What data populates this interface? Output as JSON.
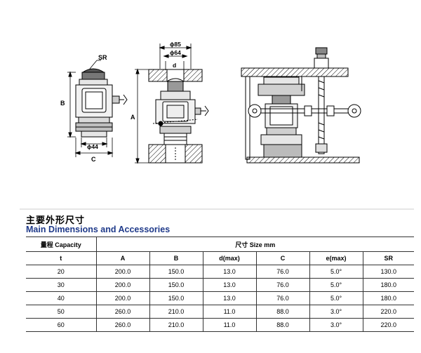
{
  "drawing_labels": {
    "sr": "SR",
    "b": "B",
    "c": "C",
    "dia44": "ϕ44",
    "dia85": "ϕ85",
    "dia64": "ϕ64",
    "d": "d",
    "a": "A"
  },
  "heading": {
    "cn": "主要外形尺寸",
    "en": "Main Dimensions and Accessories"
  },
  "table": {
    "capacity_header": "量程 Capacity",
    "size_header": "尺寸 Size mm",
    "unit_label": "t",
    "columns": [
      "A",
      "B",
      "d(max)",
      "C",
      "e(max)",
      "SR"
    ],
    "rows": [
      [
        "20",
        "200.0",
        "150.0",
        "13.0",
        "76.0",
        "5.0°",
        "130.0"
      ],
      [
        "30",
        "200.0",
        "150.0",
        "13.0",
        "76.0",
        "5.0°",
        "180.0"
      ],
      [
        "40",
        "200.0",
        "150.0",
        "13.0",
        "76.0",
        "5.0°",
        "180.0"
      ],
      [
        "50",
        "260.0",
        "210.0",
        "11.0",
        "88.0",
        "3.0°",
        "220.0"
      ],
      [
        "60",
        "260.0",
        "210.0",
        "11.0",
        "88.0",
        "3.0°",
        "220.0"
      ]
    ]
  }
}
